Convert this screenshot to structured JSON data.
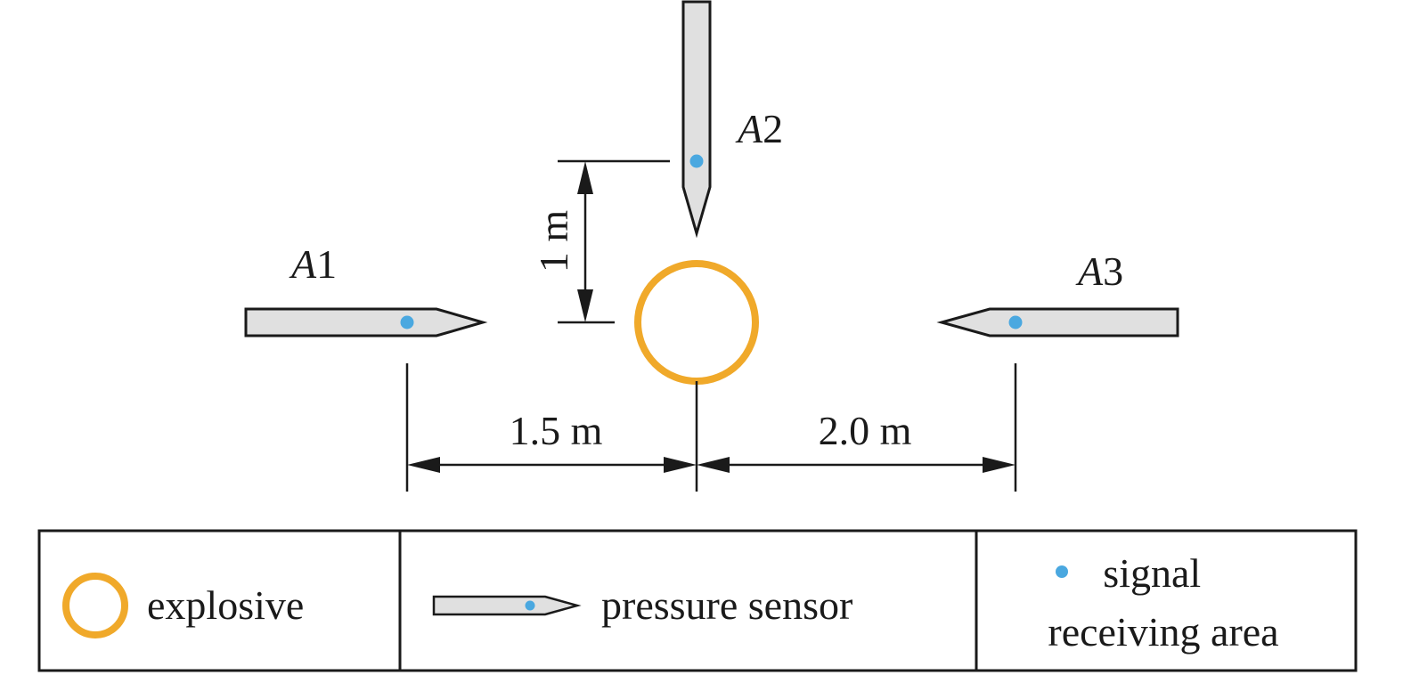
{
  "colors": {
    "explosive": "#f0a92a",
    "signal_point": "#4aa8e0",
    "sensor_fill": "#e0e0e0",
    "outline": "#1a1a1a"
  },
  "sensors": [
    {
      "id": "A1",
      "letter": "A",
      "number": "1"
    },
    {
      "id": "A2",
      "letter": "A",
      "number": "2"
    },
    {
      "id": "A3",
      "letter": "A",
      "number": "3"
    }
  ],
  "dimensions": {
    "vertical": "1 m",
    "left": "1.5 m",
    "right": "2.0 m"
  },
  "legend": {
    "explosive": "explosive",
    "pressure_sensor": "pressure sensor",
    "signal_line1": "signal",
    "signal_line2": "receiving area"
  }
}
